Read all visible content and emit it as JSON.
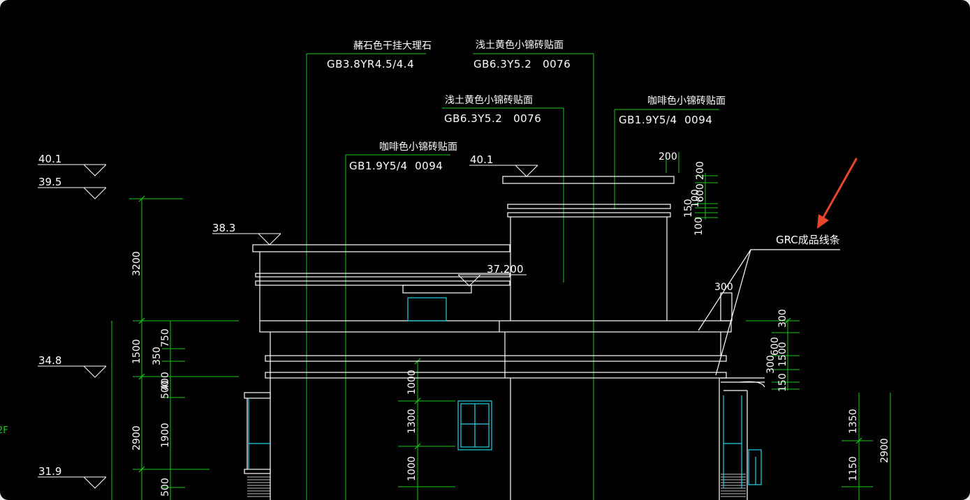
{
  "levels": [
    "40.1",
    "39.5",
    "38.3",
    "34.8",
    "31.9",
    "40.1",
    "37.200"
  ],
  "callouts": [
    {
      "name": "赭石色干挂大理石",
      "code": "GB3.8YR4.5/4.4"
    },
    {
      "name": "浅土黄色小锦砖贴面",
      "code": "GB6.3Y5.2   0076"
    },
    {
      "name": "浅土黄色小锦砖贴面",
      "code": "GB6.3Y5.2   0076"
    },
    {
      "name": "咖啡色小锦砖贴面",
      "code": "GB1.9Y5/4  0094"
    },
    {
      "name": "咖啡色小锦砖贴面",
      "code": "GB1.9Y5/4  0094"
    }
  ],
  "grc_label": "GRC成品线条",
  "left_dims": [
    "3200",
    "1500",
    "2900"
  ],
  "left_inner_dims": [
    "750",
    "350",
    "500",
    "400",
    "1900",
    "500"
  ],
  "center_dims": [
    "1000",
    "1300",
    "1000"
  ],
  "top_right_dims": [
    "200",
    "200",
    "600",
    "100",
    "150",
    "100"
  ],
  "mid_right_dims": [
    "300",
    "300",
    "1500",
    "600",
    "300",
    "150"
  ],
  "far_right_dims": [
    "1350",
    "1150",
    "2900"
  ],
  "side_label": "2F",
  "colors": {
    "background": "#000000",
    "dimension_lines": "#19c819",
    "outline": "#ffffff",
    "window": "#22d3e6",
    "annotation_arrow": "#e8452a"
  }
}
